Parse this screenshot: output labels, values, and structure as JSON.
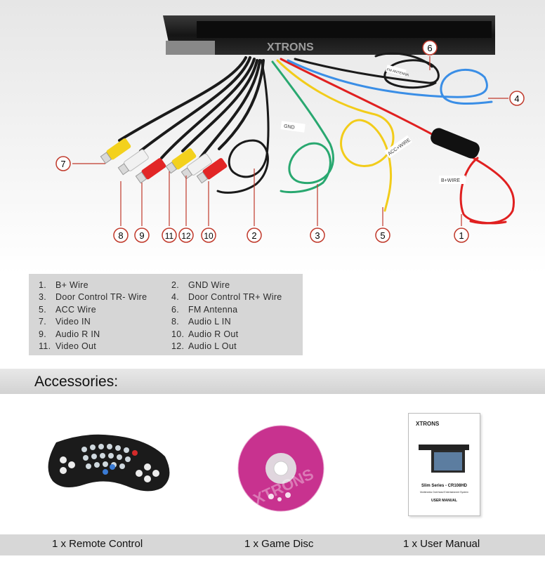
{
  "wire_labels": {
    "gnd": "GND",
    "acc": "ACC+WIRE",
    "b_plus": "B+WIRE",
    "fm": "FM ANTENNA"
  },
  "callouts": [
    "1",
    "2",
    "3",
    "4",
    "5",
    "6",
    "7",
    "8",
    "9",
    "10",
    "11",
    "12"
  ],
  "legend": [
    {
      "num": "1.",
      "label": "B+ Wire"
    },
    {
      "num": "2.",
      "label": "GND Wire"
    },
    {
      "num": "3.",
      "label": "Door Control TR- Wire"
    },
    {
      "num": "4.",
      "label": "Door Control TR+ Wire"
    },
    {
      "num": "5.",
      "label": "ACC Wire"
    },
    {
      "num": "6.",
      "label": "FM Antenna"
    },
    {
      "num": "7.",
      "label": "Video IN"
    },
    {
      "num": "8.",
      "label": "Audio L IN"
    },
    {
      "num": "9.",
      "label": "Audio R IN"
    },
    {
      "num": "10.",
      "label": "Audio R Out"
    },
    {
      "num": "11.",
      "label": "Video Out"
    },
    {
      "num": "12.",
      "label": "Audio L Out"
    }
  ],
  "accessories": {
    "title": "Accessories:",
    "items": [
      {
        "caption": "1 x Remote Control"
      },
      {
        "caption": "1 x Game Disc"
      },
      {
        "caption": "1 x User Manual"
      }
    ],
    "manual": {
      "brand": "XTRONS",
      "series": "Slim Series - CR108HD",
      "subtitle": "Multimedia Overhead Entertainment System",
      "label": "USER MANUAL"
    }
  },
  "watermark": "XTRONS",
  "colors": {
    "red": "#e02020",
    "blue": "#3a8ee6",
    "yellow": "#f2cc1a",
    "green": "#29a870",
    "black": "#1a1a1a",
    "callout": "#c0392b",
    "disc": "#c8328f"
  }
}
